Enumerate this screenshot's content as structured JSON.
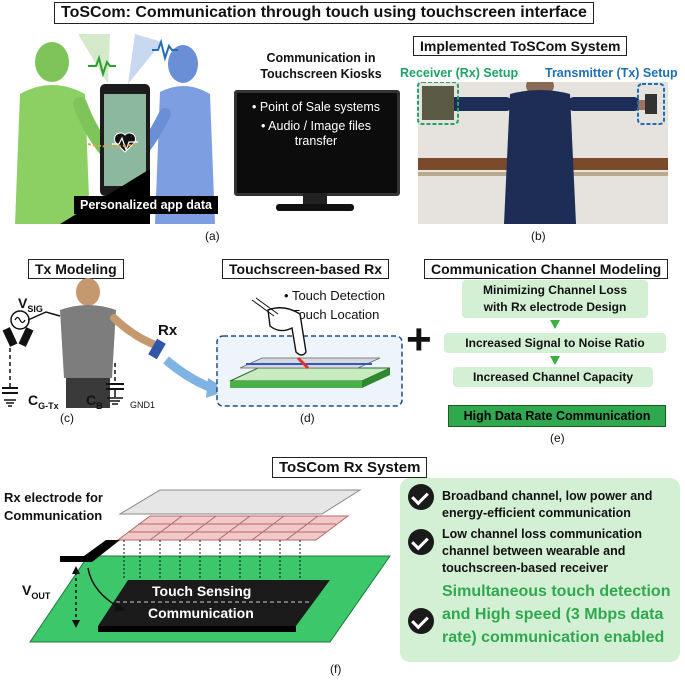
{
  "main_title": "ToSCom: Communication through touch using touchscreen interface",
  "panel_a": {
    "caption": "(a)",
    "kiosk_title_1": "Communication in",
    "kiosk_title_2": "Touchscreen Kiosks",
    "kiosk_items": [
      "Point of Sale systems",
      "Audio / Image files transfer"
    ],
    "app_label": "Personalized app data"
  },
  "panel_b": {
    "title": "Implemented ToSCom System",
    "rx_label": "Receiver (Rx) Setup",
    "tx_label": "Transmitter (Tx) Setup",
    "caption": "(b)"
  },
  "panel_c": {
    "title": "Tx Modeling",
    "vsig": "V",
    "vsig_sub": "SIG",
    "cgtx": "C",
    "cgtx_sub": "G-Tx",
    "cb": "C",
    "cb_sub": "B",
    "rx": "Rx",
    "gnd": "GND1",
    "caption": "(c)"
  },
  "panel_d": {
    "title": "Touchscreen-based Rx",
    "bullets": [
      "Touch Detection",
      "Touch Location"
    ],
    "caption": "(d)"
  },
  "panel_e": {
    "title": "Communication Channel Modeling",
    "step1": [
      "Minimizing Channel Loss",
      "with Rx electrode Design"
    ],
    "step2": "Increased Signal to Noise Ratio",
    "step3": "Increased Channel Capacity",
    "result": "High Data Rate Communication",
    "plus": "+",
    "caption": "(e)"
  },
  "panel_f": {
    "title": "ToSCom Rx System",
    "electrode_label": [
      "Rx electrode for",
      "Communication"
    ],
    "vout": "V",
    "vout_sub": "OUT",
    "touch_sensing": "Touch Sensing",
    "communication": "Communication",
    "features": [
      [
        "Broadband channel, low power and",
        "energy-efficient communication"
      ],
      [
        "Low channel loss communication",
        "channel between wearable and",
        "touchscreen-based receiver"
      ],
      [
        "Simultaneous touch detection",
        "and High speed (3 Mbps data",
        "rate) communication enabled"
      ]
    ],
    "caption": "(f)"
  },
  "colors": {
    "green": "#3cb043",
    "teal": "#21a366",
    "blue": "#1f6fb5",
    "highlight": "#d4f0d4",
    "result_bg": "#2fa84f"
  }
}
